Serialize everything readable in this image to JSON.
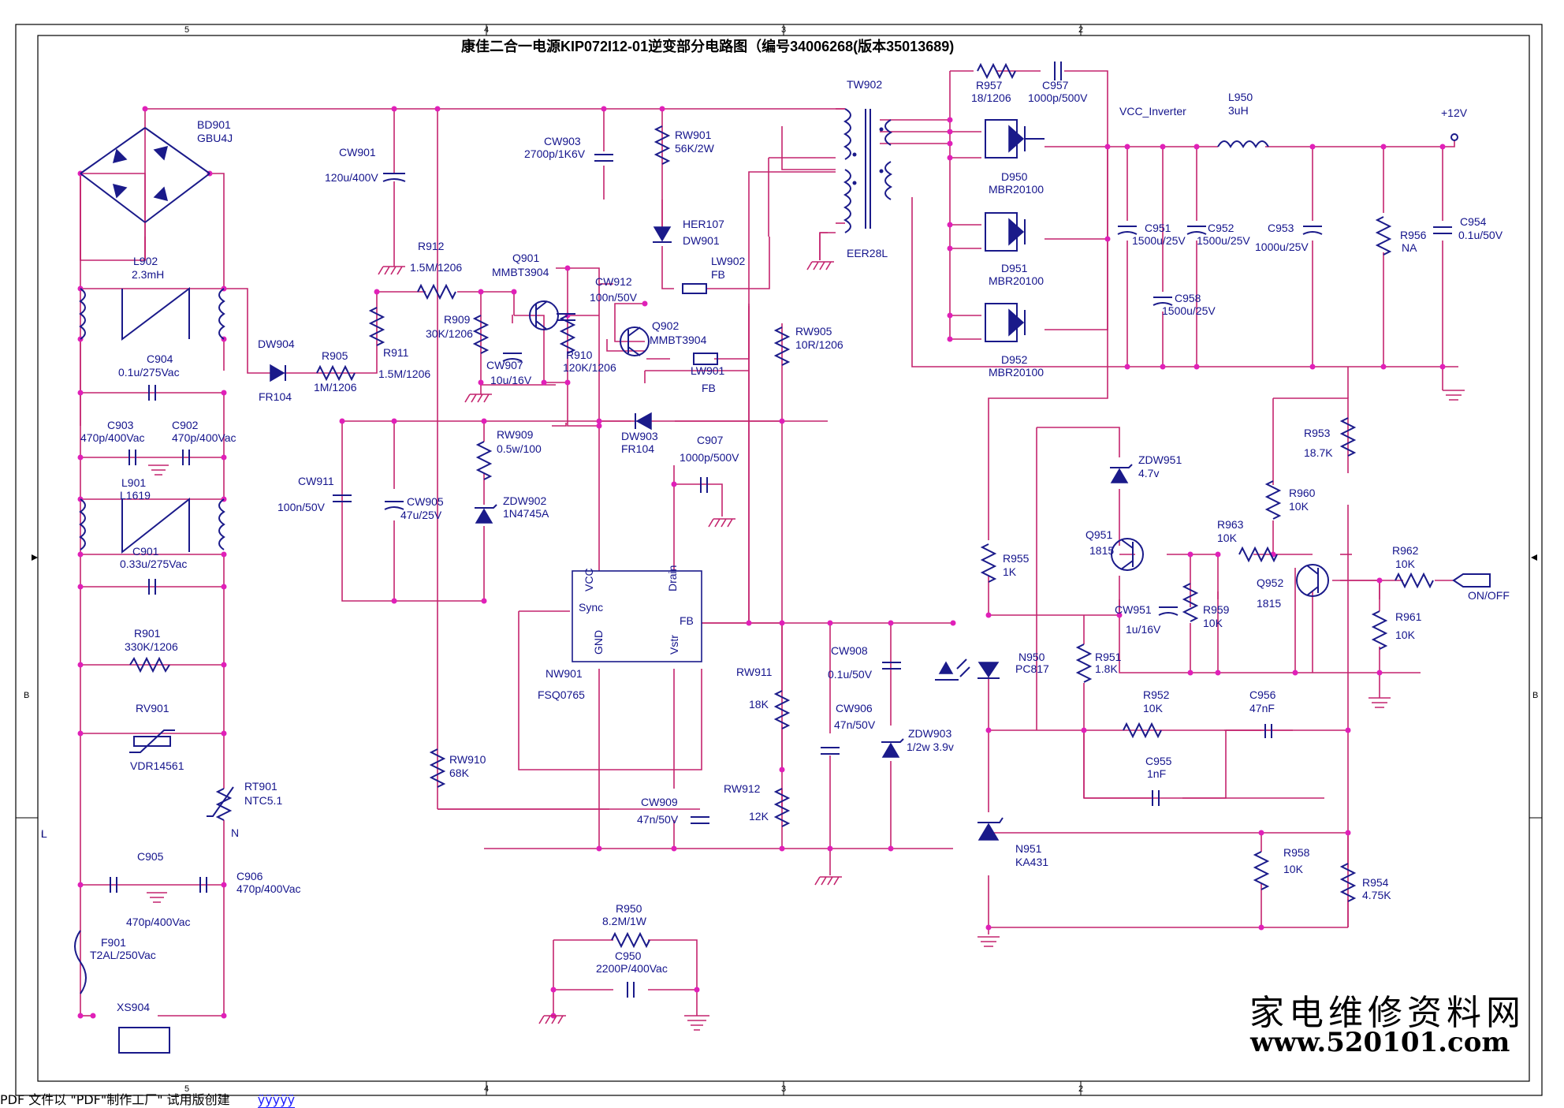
{
  "title": "康佳二合一电源KIP072I12-01逆变部分电路图（编号34006268(版本35013689)",
  "frame": {
    "cols": [
      "5",
      "4",
      "3",
      "2"
    ],
    "rows": [
      "B",
      "L"
    ]
  },
  "footer": {
    "text": "PDF 文件以 \"PDF\"制作工厂\" 试用版创建",
    "link": "ÿÿÿÿÿ"
  },
  "watermark": {
    "cn": "家电维修资料网",
    "url": "www.520101.com"
  },
  "labels": {
    "BD901": "BD901",
    "GBU4J": "GBU4J",
    "CW901": "CW901",
    "CW901v": "120u/400V",
    "L902": "L902",
    "L902v": "2.3mH",
    "C904": "C904",
    "C904v": "0.1u/275Vac",
    "C903": "C903",
    "C903v": "470p/400Vac",
    "C902": "C902",
    "C902v": "470p/400Vac",
    "L901": "L901",
    "L901v": "L1619",
    "C901": "C901",
    "C901v": "0.33u/275Vac",
    "R901": "R901",
    "R901v": "330K/1206",
    "RV901": "RV901",
    "RV901v": "VDR14561",
    "RT901": "RT901",
    "RT901v": "NTC5.1",
    "C905": "C905",
    "C905v": "470p/400Vac",
    "C906": "C906",
    "C906v": "470p/400Vac",
    "F901": "F901",
    "F901v": "T2AL/250Vac",
    "XS904": "XS904",
    "DW904": "DW904",
    "FR104a": "FR104",
    "R905": "R905",
    "R905v": "1M/1206",
    "R911": "R911",
    "R911v": "1.5M/1206",
    "R912": "R912",
    "R912v": "1.5M/1206",
    "Q901": "Q901",
    "Q901v": "MMBT3904",
    "R909": "R909",
    "R909v": "30K/1206",
    "CW907": "CW907",
    "CW907v": "10u/16V",
    "R910": "R910",
    "R910v": "120K/1206",
    "CW912": "CW912",
    "CW912v": "100n/50V",
    "Q902": "Q902",
    "Q902v": "MMBT3904",
    "CW903": "CW903",
    "CW903v": "2700p/1K6V",
    "RW901": "RW901",
    "RW901v": "56K/2W",
    "HER107": "HER107",
    "DW901": "DW901",
    "LW902": "LW902",
    "FB1": "FB",
    "LW901": "LW901",
    "FB2": "FB",
    "RW905": "RW905",
    "RW905v": "10R/1206",
    "TW902": "TW902",
    "EER28L": "EER28L",
    "DW903": "DW903",
    "FR104b": "FR104",
    "C907": "C907",
    "C907v": "1000p/500V",
    "CW911": "CW911",
    "CW911v": "100n/50V",
    "CW905": "CW905",
    "CW905v": "47u/25V",
    "RW909": "RW909",
    "RW909v": "0.5w/100",
    "ZDW902": "ZDW902",
    "ZDW902v": "1N4745A",
    "NW901": "NW901",
    "FSQ0765": "FSQ0765",
    "VCC": "VCC",
    "Drain": "Drain",
    "Sync": "Sync",
    "FB": "FB",
    "GND": "GND",
    "Vstr": "Vstr",
    "RW911": "RW911",
    "RW911v": "18K",
    "RW912": "RW912",
    "RW912v": "12K",
    "RW910": "RW910",
    "RW910v": "68K",
    "CW909": "CW909",
    "CW909v": "47n/50V",
    "CW908": "CW908",
    "CW908v": "0.1u/50V",
    "CW906": "CW906",
    "CW906v": "47n/50V",
    "ZDW903": "ZDW903",
    "ZDW903v": "1/2w 3.9v",
    "R950": "R950",
    "R950v": "8.2M/1W",
    "C950": "C950",
    "C950v": "2200P/400Vac",
    "R957": "R957",
    "R957v": "18/1206",
    "C957": "C957",
    "C957v": "1000p/500V",
    "D950": "D950",
    "D951": "D951",
    "D952": "D952",
    "MBR": "MBR20100",
    "VCC_Inverter": "VCC_Inverter",
    "L950": "L950",
    "L950v": "3uH",
    "plus12": "+12V",
    "C951": "C951",
    "C951v": "1500u/25V",
    "C952": "C952",
    "C952v": "1500u/25V",
    "C958": "C958",
    "C958v": "1500u/25V",
    "C953": "C953",
    "C953v": "1000u/25V",
    "R956": "R956",
    "R956v": "NA",
    "C954": "C954",
    "C954v": "0.1u/50V",
    "ZDW951": "ZDW951",
    "ZDW951v": "4.7v",
    "R953": "R953",
    "R953v": "18.7K",
    "R960": "R960",
    "R960v": "10K",
    "R963": "R963",
    "R963v": "10K",
    "Q951": "Q951",
    "Q951v": "1815",
    "Q952": "Q952",
    "Q952v": "1815",
    "R962": "R962",
    "R962v": "10K",
    "ONOFF": "ON/OFF",
    "R961": "R961",
    "R961v": "10K",
    "R955": "R955",
    "R955v": "1K",
    "CW951": "CW951",
    "CW951v": "1u/16V",
    "R959": "R959",
    "R959v": "10K",
    "N950": "N950",
    "PC817": "PC817",
    "R951": "R951",
    "R951v": "1.8K",
    "R952": "R952",
    "R952v": "10K",
    "C956": "C956",
    "C956v": "47nF",
    "C955": "C955",
    "C955v": "1nF",
    "N951": "N951",
    "KA431": "KA431",
    "R958": "R958",
    "R958v": "10K",
    "R954": "R954",
    "R954v": "4.75K",
    "L": "L",
    "N": "N"
  }
}
